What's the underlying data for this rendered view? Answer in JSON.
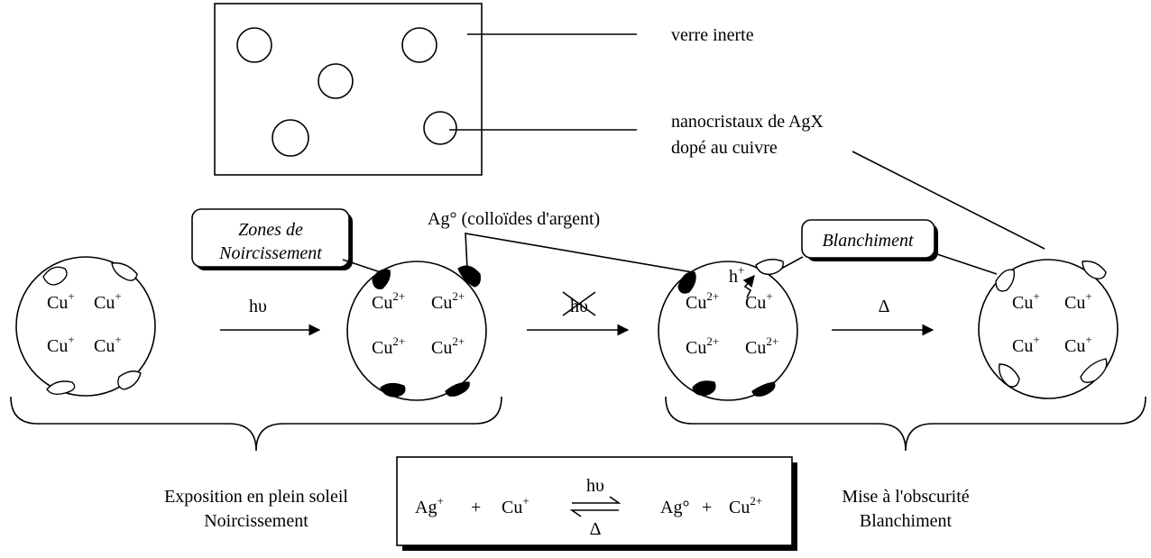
{
  "labels": {
    "glass": "verre inerte",
    "nanocrystals_line1": "nanocristaux de AgX",
    "nanocrystals_line2": "dopé au cuivre",
    "zones_line1": "Zones de",
    "zones_line2": "Noircissement",
    "colloids": "Ag° (colloïdes d'argent)",
    "bleaching_box": "Blanchiment",
    "h_plus": "h",
    "h_plus_sup": "+",
    "hv": "hυ",
    "hv_crossed": "hυ",
    "delta": "Δ",
    "exposure_line1": "Exposition en plein soleil",
    "exposure_line2": "Noircissement",
    "dark_line1": "Mise à l'obscurité",
    "dark_line2": "Blanchiment"
  },
  "ions": {
    "cu": "Cu",
    "plus": "+",
    "two_plus": "2+"
  },
  "equation": {
    "ag": "Ag",
    "ag_sup": "+",
    "plus_sign": "+",
    "cu": "Cu",
    "cu_sup": "+",
    "hv": "hυ",
    "delta": "Δ",
    "ag0": "Ag°",
    "plus_sign2": "+",
    "cu2": "Cu",
    "cu2_sup": "2+"
  }
}
